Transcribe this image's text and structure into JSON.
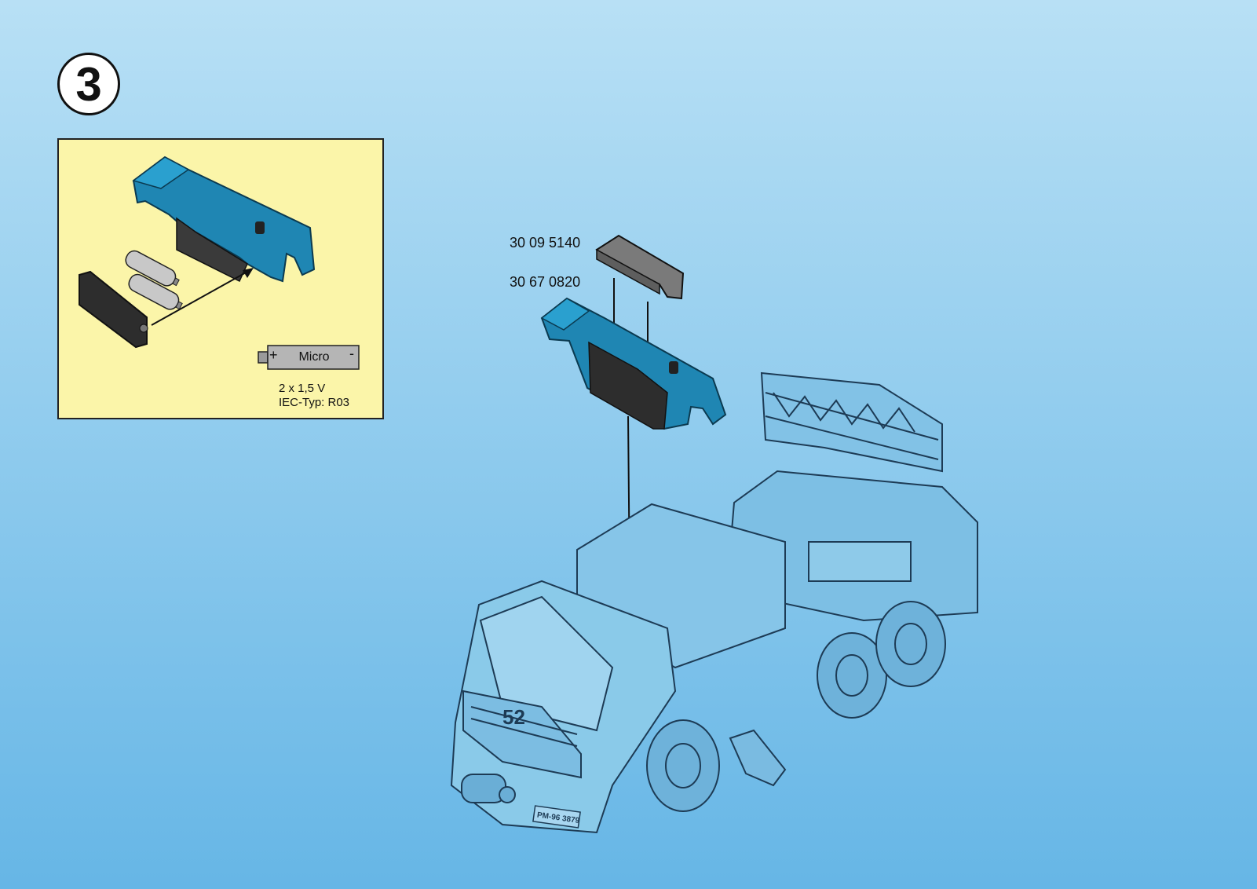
{
  "step": {
    "number": "3"
  },
  "battery_inset": {
    "battery_type_label": "Micro",
    "plus_sign": "+",
    "minus_sign": "-",
    "voltage": "2 x 1,5 V",
    "iec_type": "IEC-Typ: R03"
  },
  "parts": [
    {
      "number": "30 09 5140"
    },
    {
      "number": "30 67 0820"
    }
  ],
  "truck": {
    "cab_number": "52",
    "plate": "PM-96 3879"
  },
  "colors": {
    "background_top": "#b8e0f5",
    "background_bottom": "#66b6e6",
    "inset_bg": "#fbf5a9",
    "lightbar_blue": "#1f86b3",
    "cover_grey": "#7a7a7a",
    "battery_grey": "#b5b5b5"
  }
}
